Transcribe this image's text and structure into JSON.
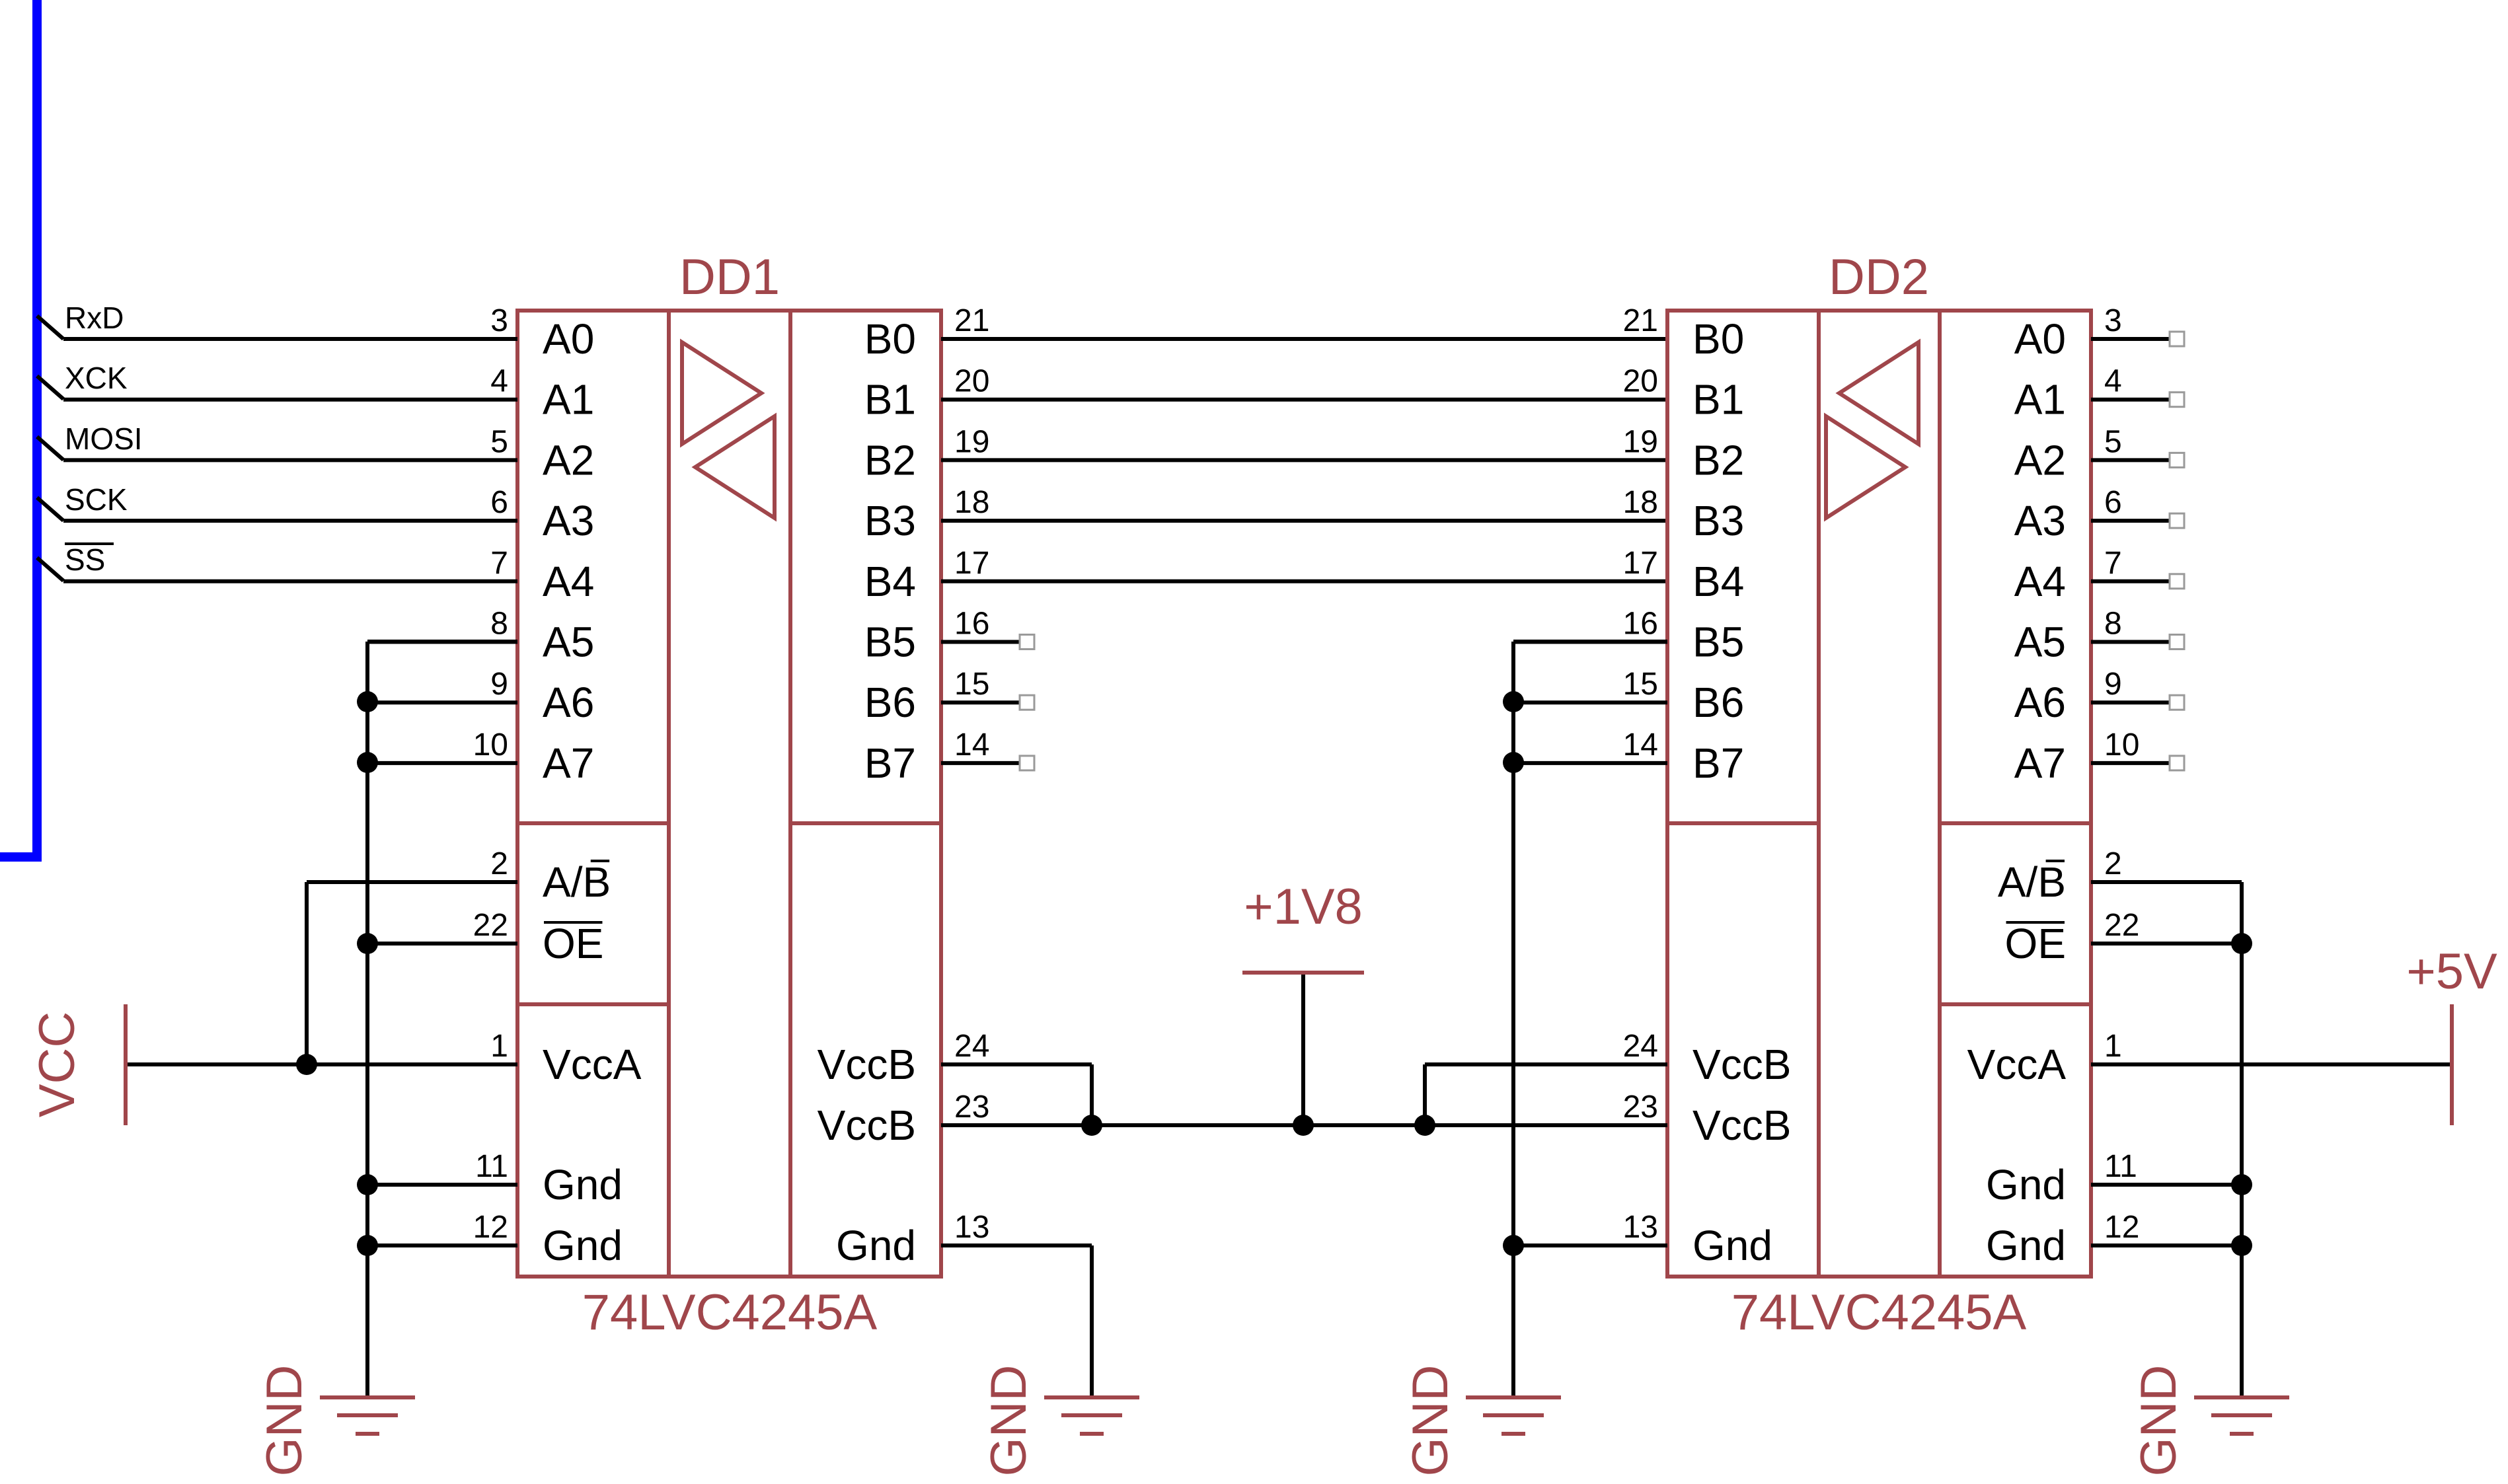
{
  "bus_nets": [
    "RxD",
    "XCK",
    "MOSI",
    "SCK",
    "SS"
  ],
  "dd1": {
    "ref": "DD1",
    "part": "74LVC4245A",
    "a_pins": [
      {
        "label": "A0",
        "num": "3"
      },
      {
        "label": "A1",
        "num": "4"
      },
      {
        "label": "A2",
        "num": "5"
      },
      {
        "label": "A3",
        "num": "6"
      },
      {
        "label": "A4",
        "num": "7"
      },
      {
        "label": "A5",
        "num": "8"
      },
      {
        "label": "A6",
        "num": "9"
      },
      {
        "label": "A7",
        "num": "10"
      }
    ],
    "b_pins": [
      {
        "label": "B0",
        "num": "21"
      },
      {
        "label": "B1",
        "num": "20"
      },
      {
        "label": "B2",
        "num": "19"
      },
      {
        "label": "B3",
        "num": "18"
      },
      {
        "label": "B4",
        "num": "17"
      },
      {
        "label": "B5",
        "num": "16"
      },
      {
        "label": "B6",
        "num": "15"
      },
      {
        "label": "B7",
        "num": "14"
      }
    ],
    "ctrl_pins": [
      {
        "label": "A/B",
        "num": "2"
      },
      {
        "label": "OE",
        "num": "22"
      }
    ],
    "pwr_left": [
      {
        "label": "VccA",
        "num": "1"
      },
      {
        "label": "Gnd",
        "num": "11"
      },
      {
        "label": "Gnd",
        "num": "12"
      }
    ],
    "pwr_right": [
      {
        "label": "VccB",
        "num": "24"
      },
      {
        "label": "VccB",
        "num": "23"
      },
      {
        "label": "Gnd",
        "num": "13"
      }
    ]
  },
  "dd2": {
    "ref": "DD2",
    "part": "74LVC4245A",
    "b_pins": [
      {
        "label": "B0",
        "num": "21"
      },
      {
        "label": "B1",
        "num": "20"
      },
      {
        "label": "B2",
        "num": "19"
      },
      {
        "label": "B3",
        "num": "18"
      },
      {
        "label": "B4",
        "num": "17"
      },
      {
        "label": "B5",
        "num": "16"
      },
      {
        "label": "B6",
        "num": "15"
      },
      {
        "label": "B7",
        "num": "14"
      }
    ],
    "a_pins": [
      {
        "label": "A0",
        "num": "3"
      },
      {
        "label": "A1",
        "num": "4"
      },
      {
        "label": "A2",
        "num": "5"
      },
      {
        "label": "A3",
        "num": "6"
      },
      {
        "label": "A4",
        "num": "7"
      },
      {
        "label": "A5",
        "num": "8"
      },
      {
        "label": "A6",
        "num": "9"
      },
      {
        "label": "A7",
        "num": "10"
      }
    ],
    "ctrl_pins": [
      {
        "label": "A/B",
        "num": "2"
      },
      {
        "label": "OE",
        "num": "22"
      }
    ],
    "pwr_left": [
      {
        "label": "VccB",
        "num": "24"
      },
      {
        "label": "VccB",
        "num": "23"
      },
      {
        "label": "Gnd",
        "num": "13"
      }
    ],
    "pwr_right": [
      {
        "label": "VccA",
        "num": "1"
      },
      {
        "label": "Gnd",
        "num": "11"
      },
      {
        "label": "Gnd",
        "num": "12"
      }
    ]
  },
  "power": {
    "vcc": "VCC",
    "v1v8": "+1V8",
    "v5": "+5V",
    "gnd": "GND"
  },
  "colors": {
    "symbol": "#a0464b",
    "wire": "#000000",
    "bus": "#0000ff"
  }
}
